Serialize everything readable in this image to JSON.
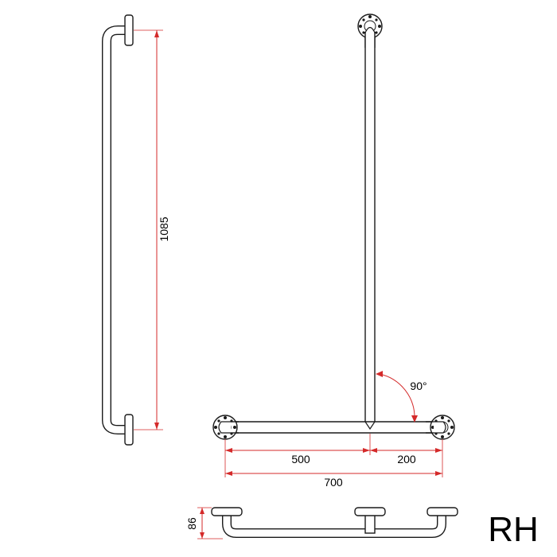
{
  "dimensions": {
    "height": "1085",
    "left_segment": "500",
    "right_segment": "200",
    "total_length": "700",
    "projection": "86",
    "angle": "90°"
  },
  "variant_label": "RH",
  "colors": {
    "outline": "#1a1a1a",
    "dimension_lines": "#d42a2a",
    "background": "#ffffff"
  }
}
